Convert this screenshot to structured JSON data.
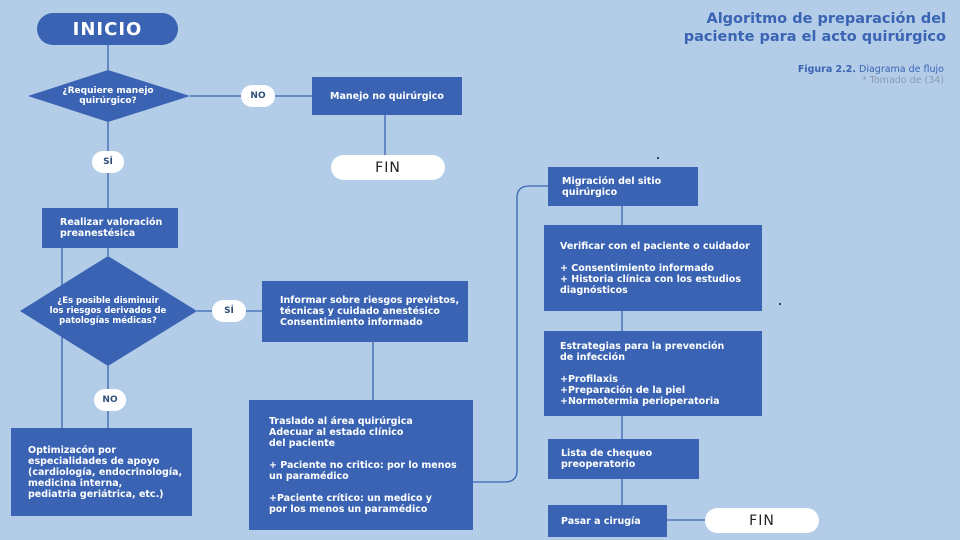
{
  "title": "Algoritmo de preparación del\npaciente para el acto quirúrgico",
  "figure": {
    "label": "Figura 2.2.",
    "text": "Diagrama de flujo",
    "source": "* Tomado de (34)"
  },
  "colors": {
    "background": "#b3cde9",
    "node": "#3a64b3",
    "terminal": "#ffffff",
    "title": "#3a64b3"
  },
  "nodes": {
    "start": "INICIO",
    "decision1": "¿Requiere manejo\nquirúrgico?",
    "no1": "NO",
    "manejo": "Manejo no quirúrgico",
    "fin1": "FIN",
    "si1": "SÍ",
    "valoracion": "Realizar valoración\npreanestésica",
    "decision2": "¿Es posible disminuir\nlos riesgos derivados de\npatologías médicas?",
    "si2": "SÍ",
    "informar": "Informar sobre riesgos previstos,\ntécnicas y cuidado anestésico\nConsentimiento informado",
    "no2": "NO",
    "optimizacion": "Optimizacón por\nespecialidades de apoyo\n(cardiología, endocrinología,\nmedicina interna,\npediatria geriátrica, etc.)",
    "traslado": "Traslado al área quirúrgica\nAdecuar al estado clínico\ndel paciente\n\n+ Paciente no critico: por lo menos\nun paramédico\n\n+Paciente crítico: un medico y\npor los menos un paramédico",
    "migracion": "Migración del sitio\nquirúrgico",
    "verificar": "Verificar con el paciente o cuidador\n\n+ Consentimiento informado\n+ Historia clínica con los estudios\n   diagnósticos",
    "estrategias": "Estrategias para la prevención\nde infección\n\n+Profilaxis\n+Preparación de la piel\n+Normotermia perioperatoria",
    "lista": "Lista de chequeo\npreoperatorio",
    "pasar": "Pasar a cirugía",
    "fin2": "FIN"
  }
}
